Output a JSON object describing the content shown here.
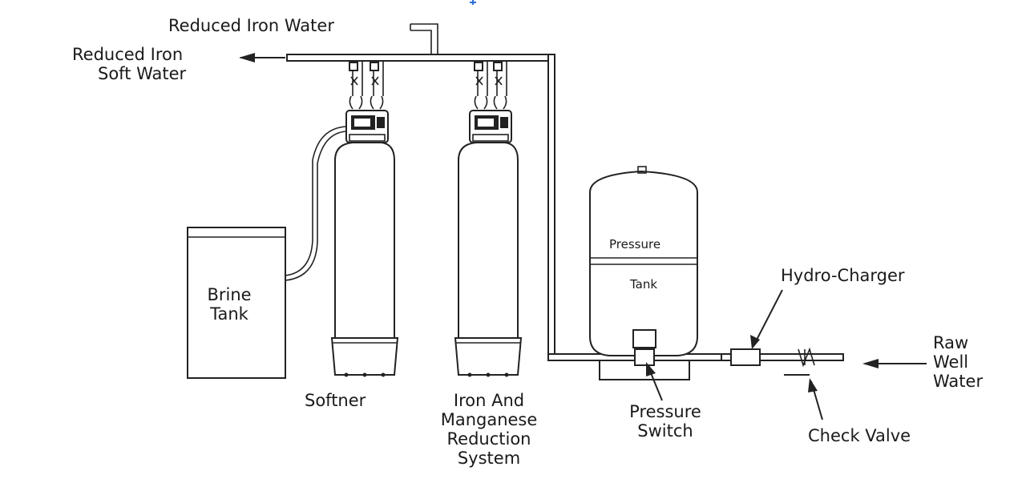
{
  "diagram": {
    "labels": {
      "reduced_iron_water": "Reduced Iron Water",
      "reduced_iron_soft_water_line1": "Reduced Iron",
      "reduced_iron_soft_water_line2": "Soft Water",
      "brine_tank_line1": "Brine",
      "brine_tank_line2": "Tank",
      "softner": "Softner",
      "iron_line1": "Iron And",
      "iron_line2": "Manganese",
      "iron_line3": "Reduction",
      "iron_line4": "System",
      "pressure_tank_line1": "Pressure",
      "pressure_tank_line2": "Tank",
      "pressure_switch_line1": "Pressure",
      "pressure_switch_line2": "Switch",
      "hydro_charger": "Hydro-Charger",
      "raw_line1": "Raw",
      "raw_line2": "Well",
      "raw_line3": "Water",
      "check_valve": "Check Valve"
    },
    "colors": {
      "line": "#222222",
      "background": "#ffffff",
      "accent_mark": "#2b6fd6"
    }
  }
}
